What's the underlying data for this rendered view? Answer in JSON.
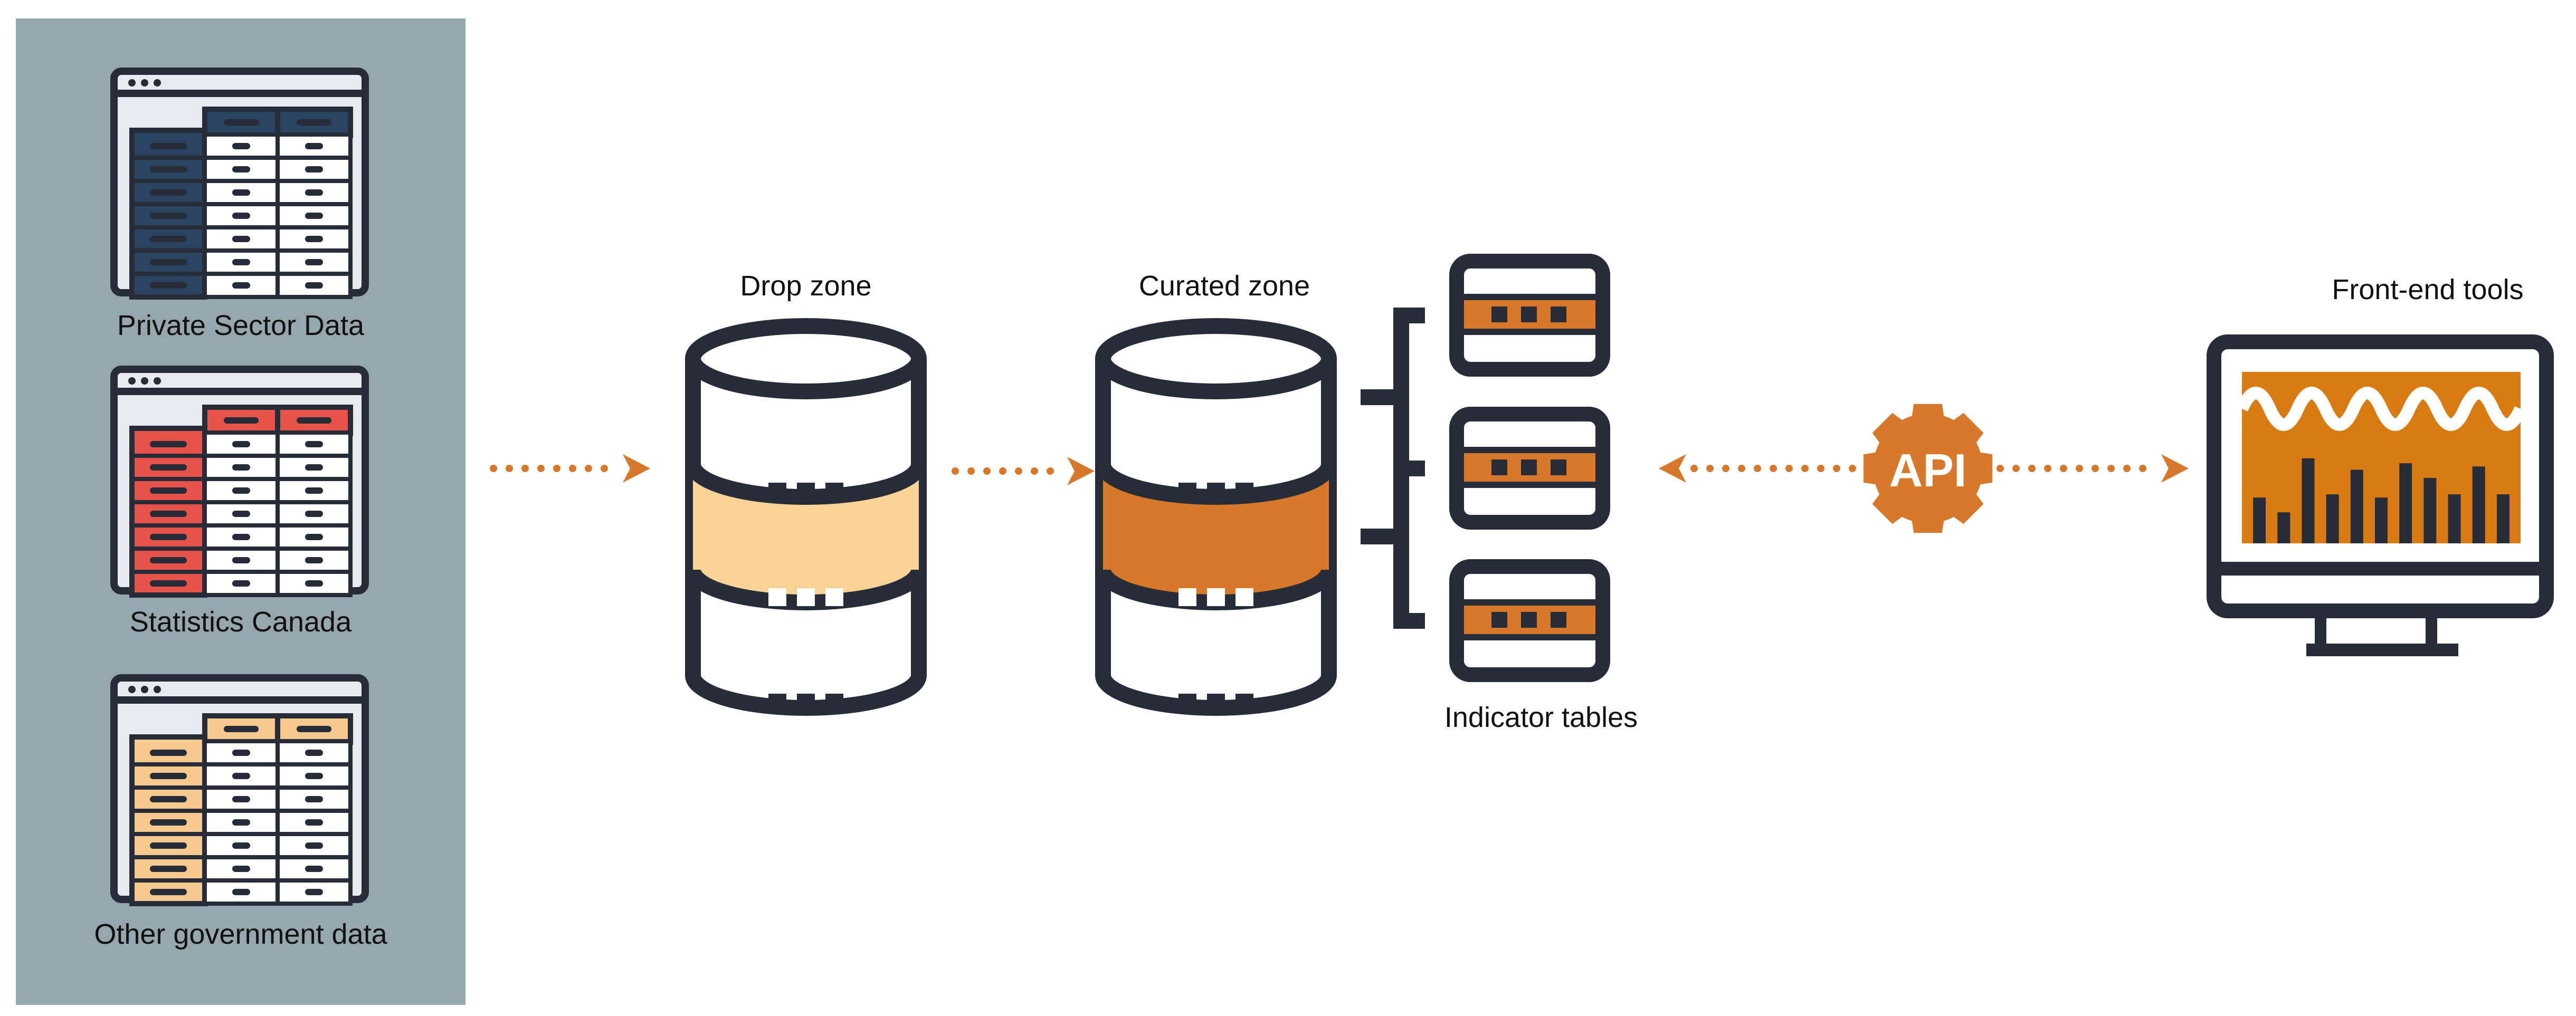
{
  "sources": [
    {
      "label": "Private Sector Data",
      "color": "#2b4360"
    },
    {
      "label": "Statistics Canada",
      "color": "#e7534a"
    },
    {
      "label": "Other government data",
      "color": "#f6c98e"
    }
  ],
  "zones": {
    "drop": {
      "label": "Drop zone",
      "band_color": "#f9d396"
    },
    "curated": {
      "label": "Curated zone",
      "band_color": "#d8782a"
    }
  },
  "indicator_tables": {
    "label": "Indicator tables",
    "count": 3,
    "band_color": "#d8782a"
  },
  "api": {
    "label": "API",
    "color": "#d8782a"
  },
  "frontend": {
    "label": "Front-end tools",
    "accent": "#d97b11",
    "bars": [
      0.28,
      0.19,
      0.52,
      0.3,
      0.45,
      0.28,
      0.49,
      0.4,
      0.3,
      0.47,
      0.3
    ]
  },
  "colors": {
    "panel": "#95a7ac",
    "outline": "#262d38",
    "arrow": "#d8782a",
    "light": "#e9eaef"
  }
}
